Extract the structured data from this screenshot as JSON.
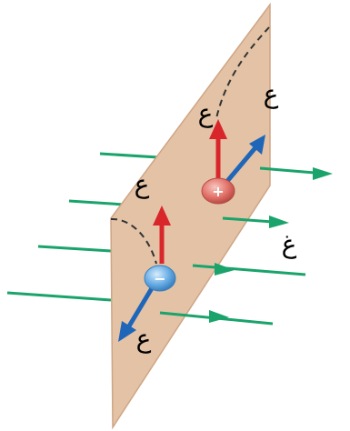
{
  "labels": {
    "ain_top": "ع",
    "waw_top": "ع",
    "ain_left": "ع",
    "waw_bottom": "ع",
    "ghain": "غ"
  },
  "charges": {
    "positive_sign": "+",
    "negative_sign": "−"
  },
  "colors": {
    "plate": "#e3c2a5",
    "plate_edge": "#cfa585",
    "field_line": "#1aa36a",
    "red_arrow": "#d8262a",
    "blue_arrow": "#1f66b8",
    "positive_charge": "#e8807a",
    "negative_charge": "#72b2e6"
  }
}
